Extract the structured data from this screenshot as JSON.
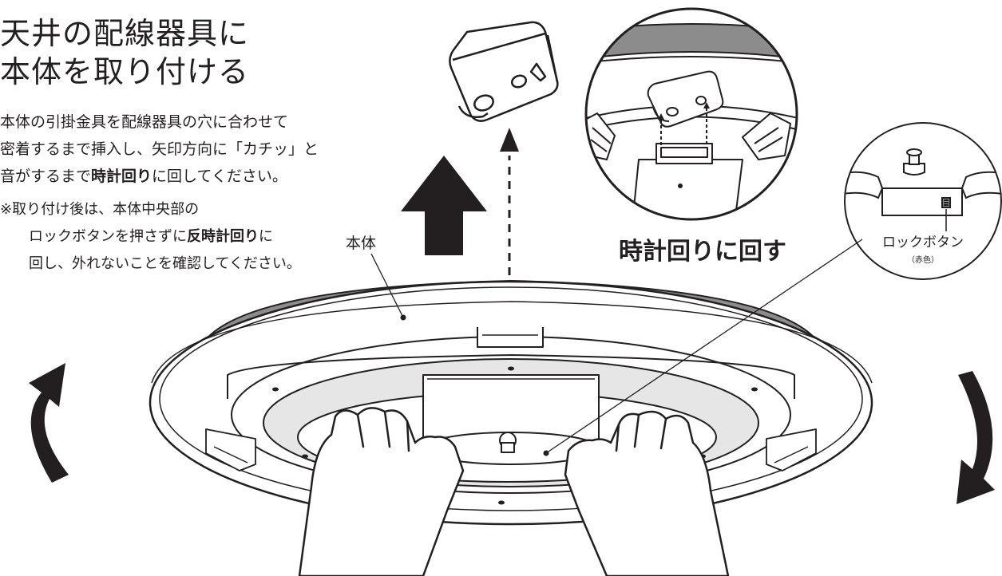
{
  "title": {
    "line1": "天井の配線器具に",
    "line2": "本体を取り付ける"
  },
  "instructions": {
    "line1": "本体の引掛金具を配線器具の穴に合わせて",
    "line2": "密着するまで挿入し、矢印方向に「カチッ」と",
    "line3_prefix": "音がするまで",
    "line3_bold": "時計回り",
    "line3_suffix": "に回してください。"
  },
  "note": {
    "line1": "※取り付け後は、本体中央部の",
    "line2_prefix": "ロックボタンを押さずに",
    "line2_bold": "反時計回り",
    "line2_suffix": "に",
    "line3": "回し、外れないことを確認してください。"
  },
  "labels": {
    "main_body": "本体",
    "rotate_clockwise": "時計回りに回す",
    "lock_button": "ロックボタン",
    "lock_button_color": "（赤色）"
  },
  "colors": {
    "ink": "#231f20",
    "ring_gray": "#8c8c8c",
    "diffuser_gray": "#e6e6e6"
  },
  "icons": [
    "up-arrow-icon",
    "dashed-arrow-icon",
    "ccw-arrow-icon",
    "cw-arrow-icon"
  ]
}
